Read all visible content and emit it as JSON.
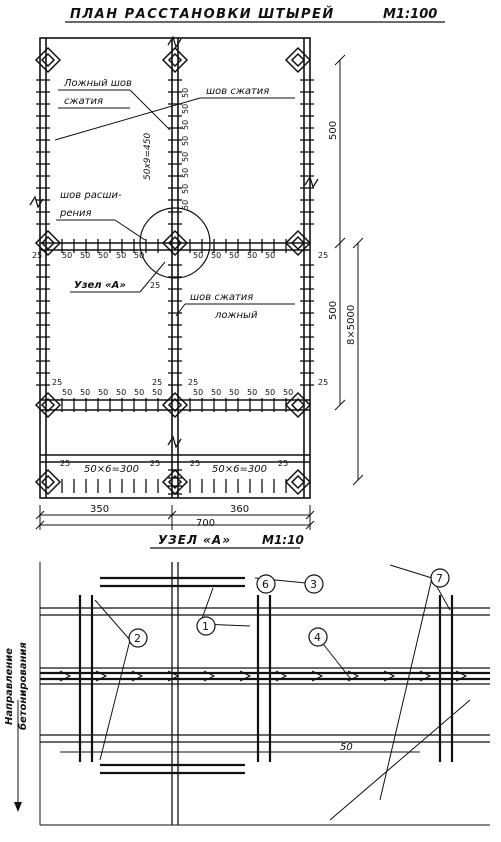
{
  "plan": {
    "title": "ПЛАН   РАССТАНОВКИ   ШТЫРЕЙ",
    "scale": "М1:100",
    "labels": {
      "false_joint": "Ложный шов",
      "compression": "сжатия",
      "compression_joint": "шов сжатия",
      "expansion_joint_1": "шов расши-",
      "expansion_joint_2": "рения",
      "node_a": "Узел  «А»",
      "compression_false_1": "шов сжатия",
      "compression_false_2": "ложный",
      "vertical_spacing": "50x9=450"
    },
    "spacing_50": "50",
    "edge_25": "25",
    "spacing_left": "50×6=300",
    "spacing_right": "50×6=300",
    "dims": {
      "d500_top": "500",
      "d500_mid": "500",
      "d8x5000": "8×5000",
      "d350": "350",
      "d360": "360",
      "d700": "700",
      "d25": "25"
    }
  },
  "detail": {
    "title": "УЗЕЛ  «А»",
    "scale": "М1:10",
    "callouts": [
      "1",
      "2",
      "3",
      "4",
      "6",
      "7"
    ],
    "direction_1": "Направление",
    "direction_2": "бетонирования",
    "dim_50": "50"
  }
}
